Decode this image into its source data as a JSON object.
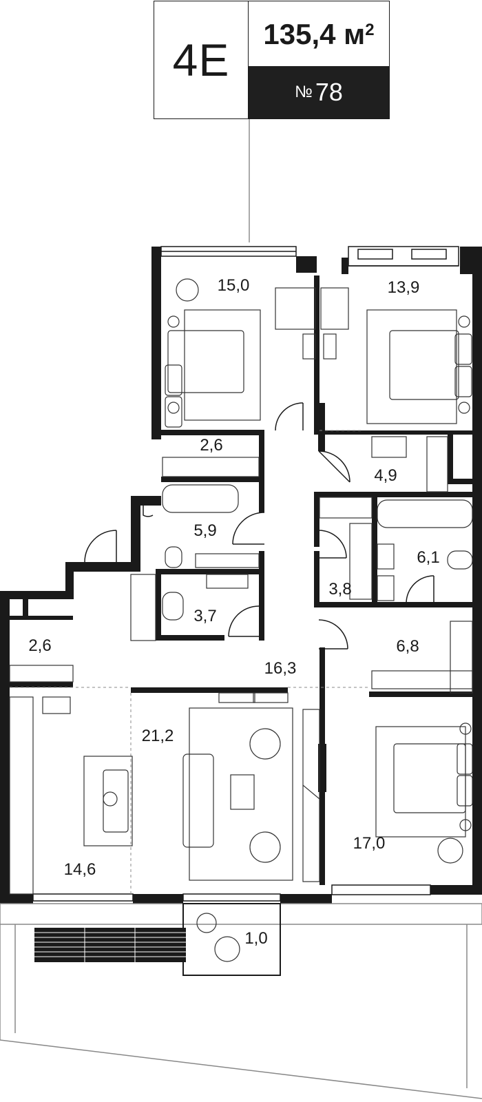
{
  "header": {
    "apartment_type": "4E",
    "total_area": "135,4",
    "area_unit": "м",
    "area_unit_power": "2",
    "number_sign": "№",
    "number": "78"
  },
  "rooms": [
    {
      "id": "bedroom-nw",
      "area": "15,0"
    },
    {
      "id": "bedroom-ne",
      "area": "13,9"
    },
    {
      "id": "closet-1",
      "area": "2,6"
    },
    {
      "id": "hall-ne",
      "area": "4,9"
    },
    {
      "id": "bathroom-1",
      "area": "5,9"
    },
    {
      "id": "bathroom-2",
      "area": "6,1"
    },
    {
      "id": "closet-3",
      "area": "3,8"
    },
    {
      "id": "wc",
      "area": "3,7"
    },
    {
      "id": "closet-2",
      "area": "2,6"
    },
    {
      "id": "corridor-e",
      "area": "6,8"
    },
    {
      "id": "hall",
      "area": "16,3"
    },
    {
      "id": "living-room",
      "area": "21,2"
    },
    {
      "id": "kitchen-dining",
      "area": "14,6"
    },
    {
      "id": "bedroom-se",
      "area": "17,0"
    },
    {
      "id": "balcony",
      "area": "1,0"
    }
  ],
  "colors": {
    "wall": "#1a1a1a",
    "line": "#555555",
    "header_fill": "#1f1f1f"
  }
}
